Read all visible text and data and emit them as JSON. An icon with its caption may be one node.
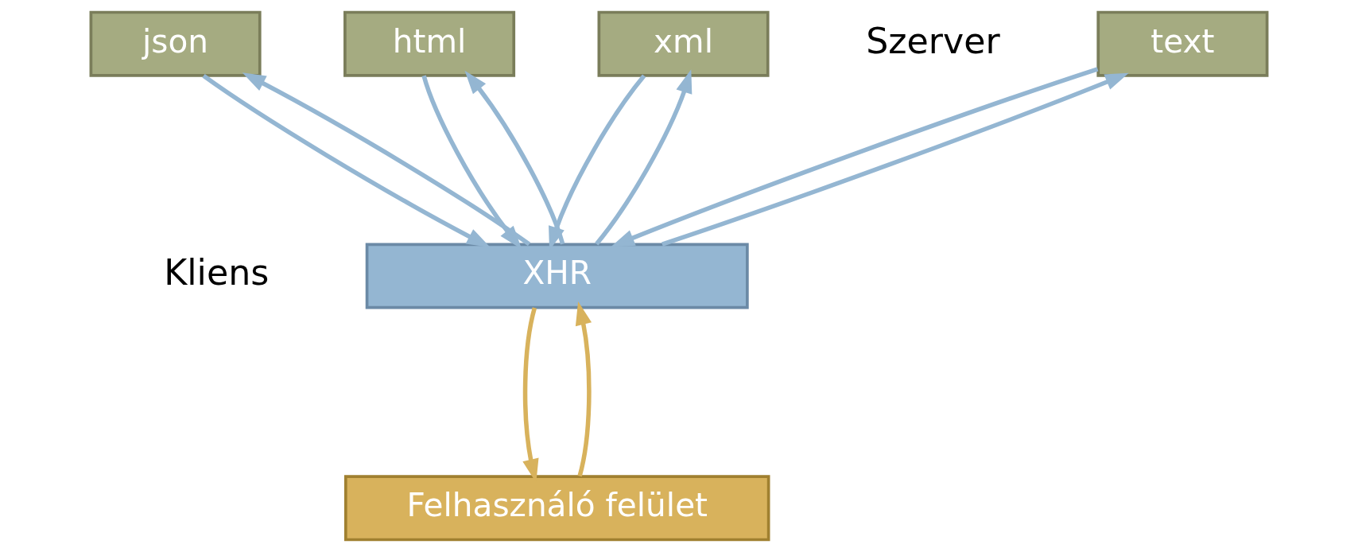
{
  "diagram": {
    "nodes": [
      {
        "text": [
          "text"
        ]
      },
      {
        "text": [
          "json"
        ]
      },
      {
        "text": [
          "html"
        ]
      },
      {
        "text": [
          "xml"
        ]
      },
      {
        "text": [
          "XHR"
        ]
      },
      {
        "text": [
          "Felhasználó felület"
        ]
      }
    ],
    "edges": [
      {
        "from": 4,
        "to": 0,
        "arrow": "to"
      },
      {
        "from": 0,
        "to": 4,
        "arrow": "to"
      },
      {
        "from": 4,
        "to": 1,
        "arrow": "to"
      },
      {
        "from": 1,
        "to": 4,
        "arrow": "to"
      },
      {
        "from": 4,
        "to": 2,
        "arrow": "to"
      },
      {
        "from": 2,
        "to": 4,
        "arrow": "to"
      },
      {
        "from": 4,
        "to": 3,
        "arrow": "to"
      },
      {
        "from": 3,
        "to": 4,
        "arrow": "to"
      },
      {
        "from": 5,
        "to": 4,
        "arrow": "to",
        "color": "#d8b25c"
      },
      {
        "from": 4,
        "to": 5,
        "arrow": "to",
        "color": "#d8b25c"
      }
    ],
    "labels": [
      "Szerver",
      "Kliens"
    ]
  }
}
